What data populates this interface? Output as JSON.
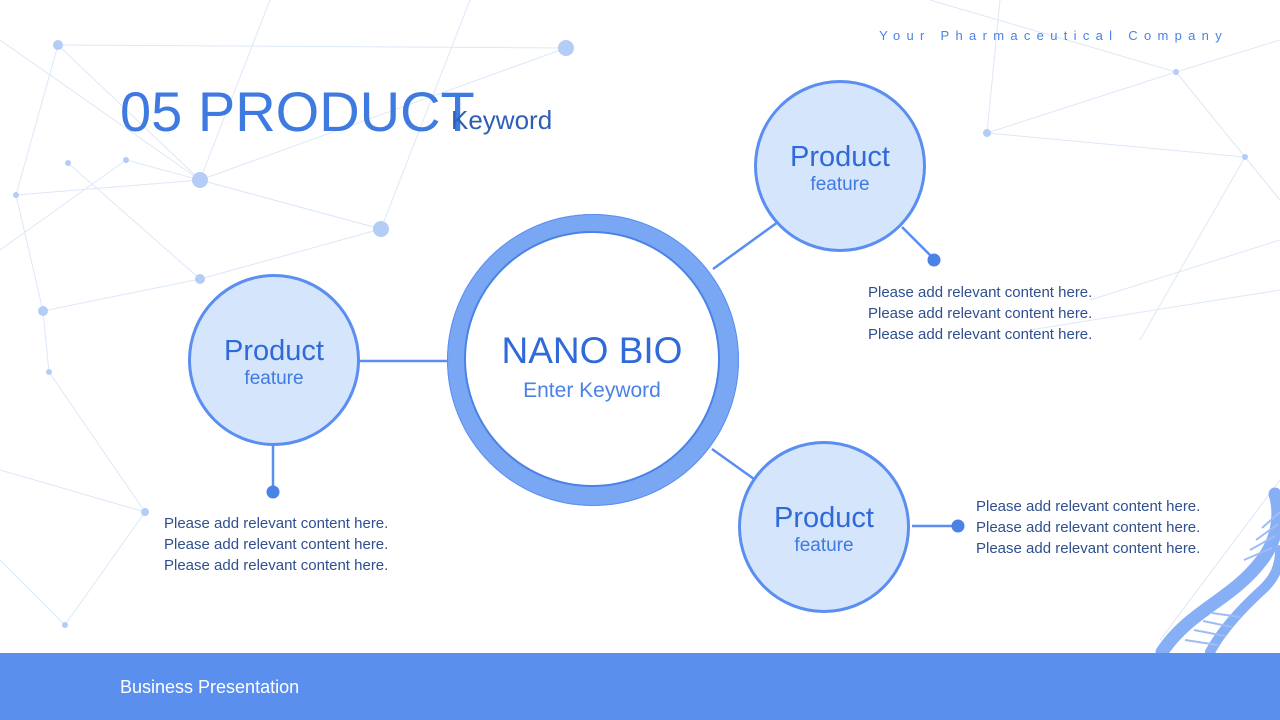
{
  "header": {
    "company": "Your Pharmaceutical Company",
    "title": "05 PRODUCT",
    "subtitle": "Keyword"
  },
  "center": {
    "title": "NANO BIO",
    "subtitle": "Enter Keyword"
  },
  "features": [
    {
      "title": "Product",
      "subtitle": "feature",
      "lines": [
        "Please add relevant content here.",
        "Please add relevant content here.",
        "Please add relevant content here."
      ]
    },
    {
      "title": "Product",
      "subtitle": "feature",
      "lines": [
        "Please add relevant content here.",
        "Please add relevant content here.",
        "Please add relevant content here."
      ]
    },
    {
      "title": "Product",
      "subtitle": "feature",
      "lines": [
        "Please add relevant content here.",
        "Please add relevant content here.",
        "Please add relevant content here."
      ]
    }
  ],
  "footer": {
    "label": "Business Presentation"
  },
  "colors": {
    "accent": "#4a82e6",
    "circle_fill": "#d5e5fc",
    "footer": "#5b8fee"
  }
}
